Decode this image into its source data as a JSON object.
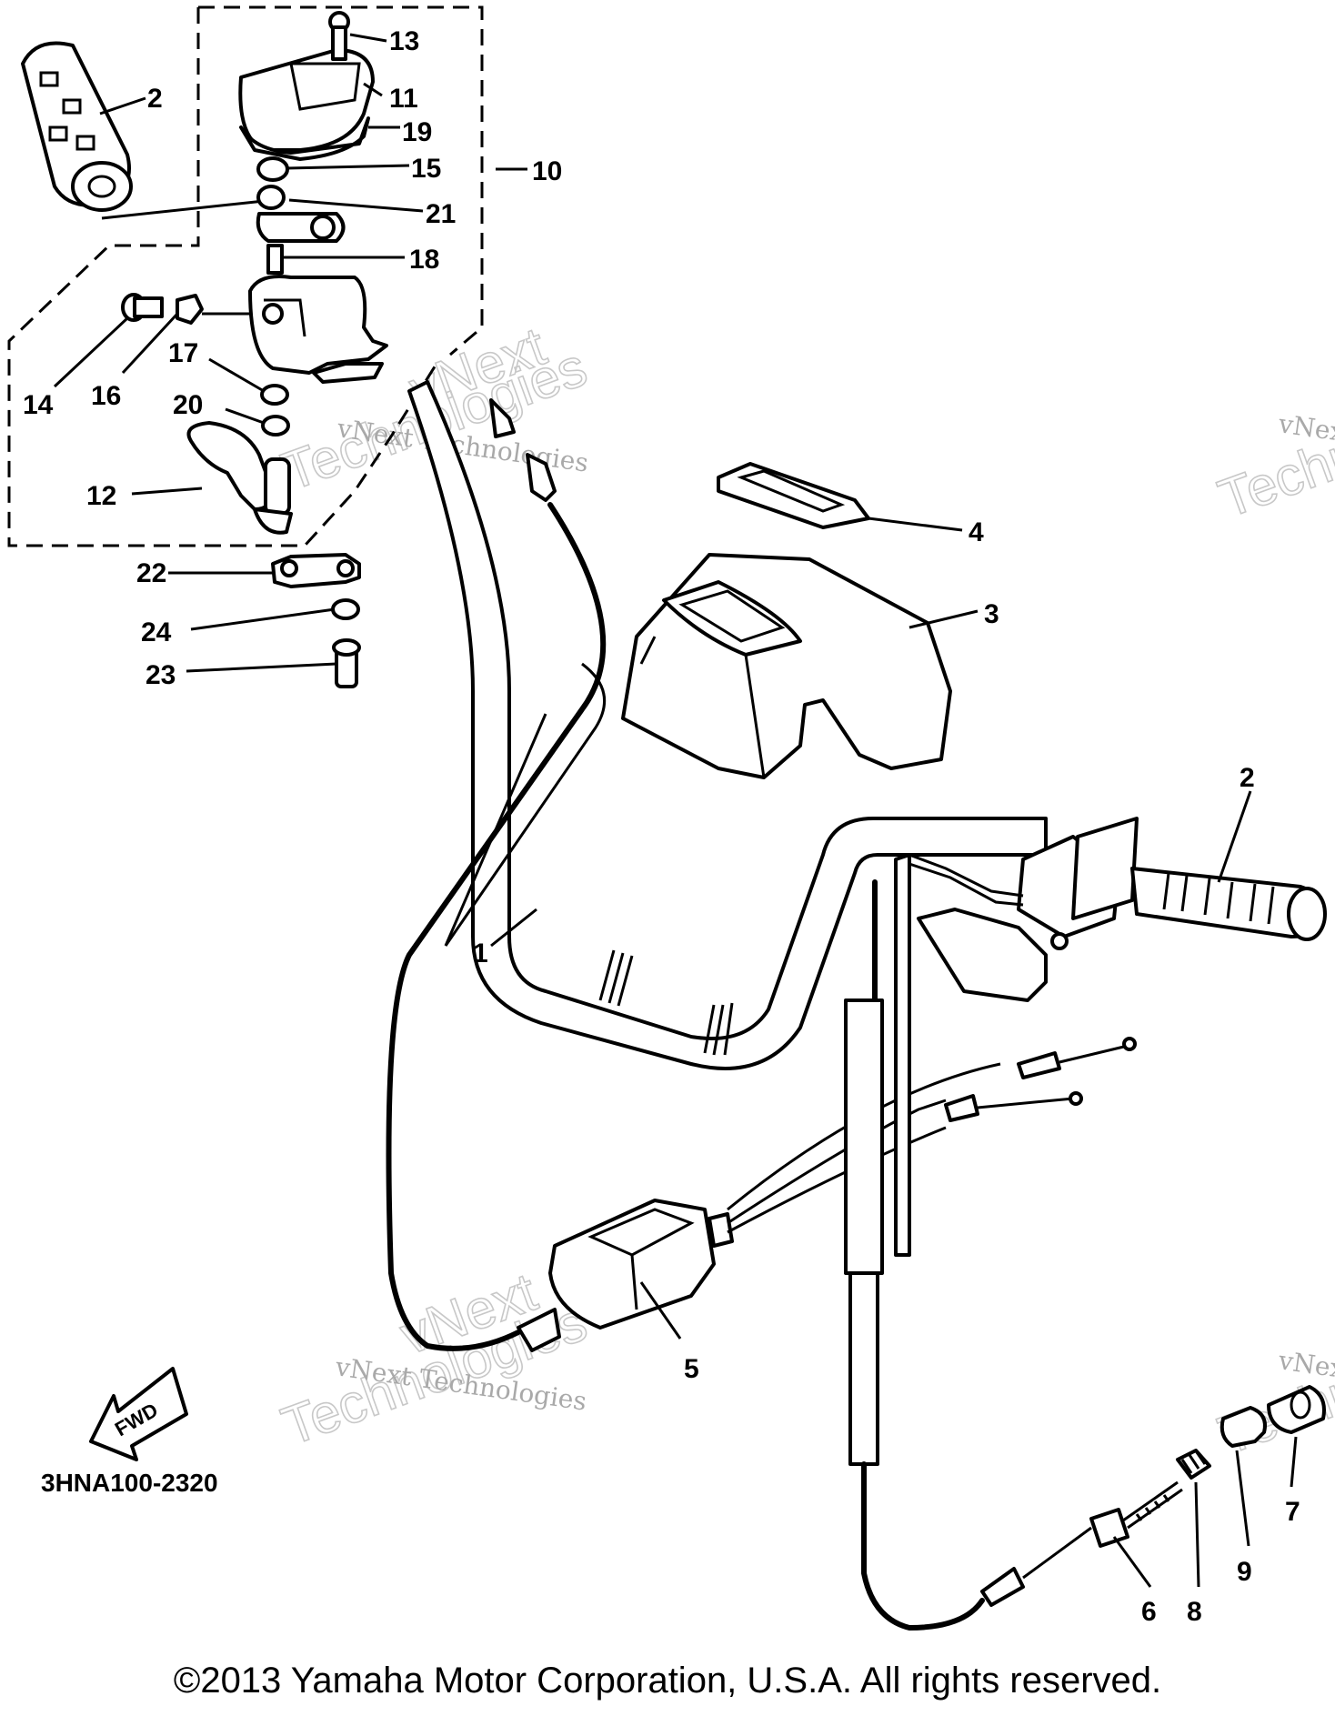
{
  "diagram": {
    "code_label": "3HNA100-2320",
    "fwd_label": "FWD",
    "copyright": "©2013 Yamaha Motor Corporation, U.S.A. All rights reserved.",
    "watermark_small": "vNext Technologies",
    "watermark_line1": "vNext",
    "watermark_line2": "Technologies",
    "callouts": [
      "1",
      "2",
      "2",
      "3",
      "4",
      "5",
      "6",
      "7",
      "8",
      "9",
      "10",
      "11",
      "12",
      "13",
      "14",
      "15",
      "16",
      "17",
      "18",
      "19",
      "20",
      "21",
      "22",
      "23",
      "24"
    ]
  }
}
